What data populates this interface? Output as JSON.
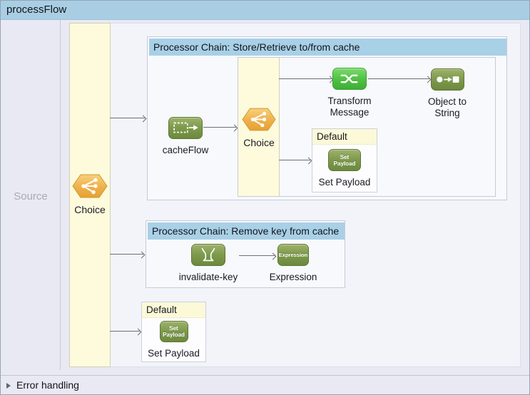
{
  "window": {
    "title": "processFlow"
  },
  "source_panel": {
    "label": "Source"
  },
  "main_choice": {
    "label": "Choice"
  },
  "cache_chain": {
    "header": "Processor Chain: Store/Retrieve to/from cache",
    "cache_flow_label": "cacheFlow",
    "choice_label": "Choice",
    "transform_line1": "Transform",
    "transform_line2": "Message",
    "object_line1": "Object to",
    "object_line2": "String",
    "default_header": "Default",
    "set_payload_icon_line1": "Set",
    "set_payload_icon_line2": "Payload",
    "set_payload_label": "Set Payload"
  },
  "remove_chain": {
    "header": "Processor Chain: Remove key from cache",
    "invalidate_label": "invalidate-key",
    "expression_icon_text": "Expression",
    "expression_label": "Expression"
  },
  "default_route": {
    "header": "Default",
    "set_payload_icon_line1": "Set",
    "set_payload_icon_line2": "Payload",
    "set_payload_label": "Set Payload"
  },
  "error_handling": {
    "label": "Error handling"
  },
  "colors": {
    "title_bar": "#a9cee3",
    "chain_header": "#a8d0e6",
    "lane_yellow": "#fdfbdc",
    "canvas": "#e9e9f4",
    "node_olive": "#7e9a4c",
    "node_green": "#52c246",
    "node_orange": "#eeb04a",
    "arrow": "#6e6e78"
  }
}
